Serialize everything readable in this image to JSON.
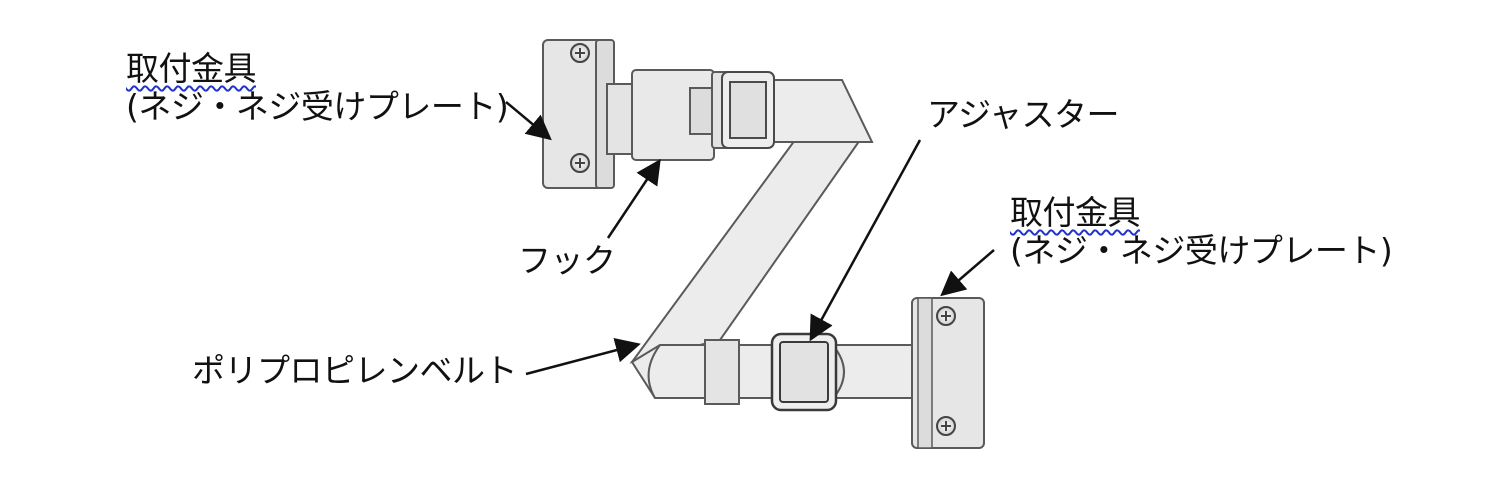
{
  "labels": {
    "mount_top": {
      "line1": "取付金具",
      "line2": "(ネジ・ネジ受けプレート)"
    },
    "hook": "フック",
    "adjuster": "アジャスター",
    "mount_bottom": {
      "line1": "取付金具",
      "line2": "(ネジ・ネジ受けプレート)"
    },
    "belt": "ポリプロピレンベルト"
  },
  "colors": {
    "part_fill": "#eaeaea",
    "part_stroke": "#5a5a5a",
    "arrow": "#111111",
    "squiggle": "#2233cc"
  }
}
